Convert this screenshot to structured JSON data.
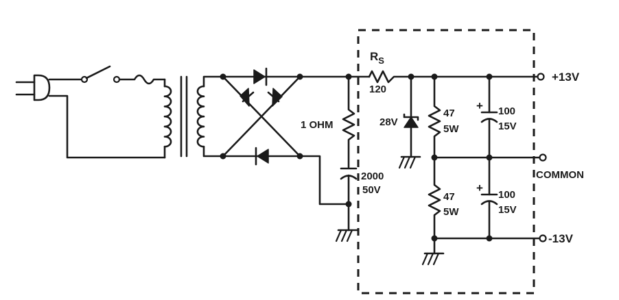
{
  "title": "Regulated +/-13V power supply schematic",
  "labels": {
    "rs_name": "R",
    "rs_sub": "S",
    "rs_value": "120",
    "zener": "28V",
    "r_series": "1 OHM",
    "c_filter_value": "2000",
    "c_filter_voltage": "50V",
    "r_top_value": "47",
    "r_top_power": "5W",
    "r_bottom_value": "47",
    "r_bottom_power": "5W",
    "c_top_value": "100",
    "c_top_voltage": "15V",
    "c_bottom_value": "100",
    "c_bottom_voltage": "15V",
    "cap_plus": "+",
    "out_positive": "+13V",
    "out_common": "COMMON",
    "out_negative": "-13V"
  },
  "components": [
    "plug-icon",
    "switch",
    "fuse",
    "transformer",
    "bridge-rectifier",
    "resistor-1ohm",
    "filter-capacitor",
    "resistor-rs",
    "zener-diode",
    "resistor-47-top",
    "resistor-47-bottom",
    "capacitor-100-top",
    "capacitor-100-bottom",
    "ground-icon"
  ]
}
